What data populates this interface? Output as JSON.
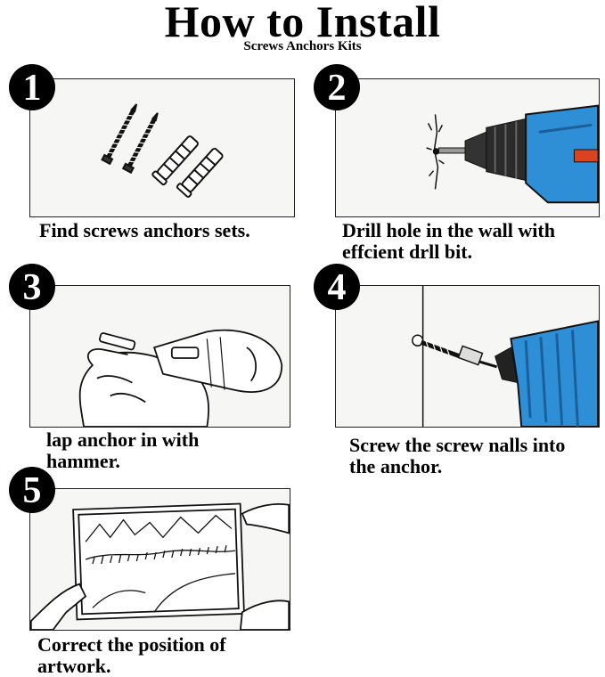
{
  "header": {
    "title": "How to Install",
    "subtitle": "Screws Anchors Kits"
  },
  "steps": [
    {
      "number": "1",
      "caption": "Find screws anchors sets.",
      "illustration": "screws-and-anchors"
    },
    {
      "number": "2",
      "caption": "Drill hole in the wall with\neffcient drll bit.",
      "illustration": "drill-wall"
    },
    {
      "number": "3",
      "caption": "lap anchor in with\nhammer.",
      "illustration": "hammer-anchor"
    },
    {
      "number": "4",
      "caption": "Screw the screw nalls into\nthe anchor.",
      "illustration": "drill-screw"
    },
    {
      "number": "5",
      "caption": "Correct the position of\nartwork.",
      "illustration": "hands-artwork"
    }
  ],
  "colors": {
    "drill_blue": "#2f8fd6",
    "drill_dark": "#2b2b2b",
    "panel_bg": "#f6f6f4"
  }
}
